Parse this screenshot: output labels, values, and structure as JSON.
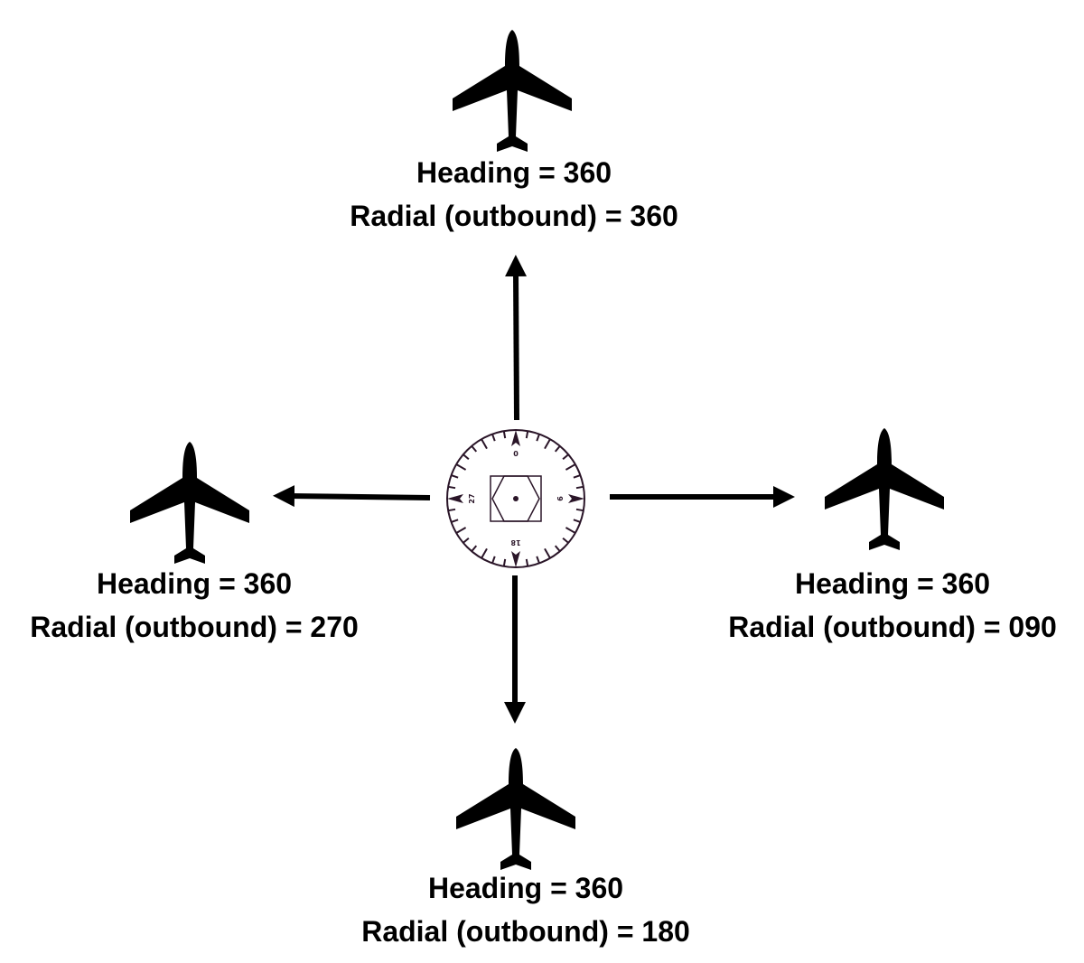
{
  "compass": {
    "north": "0",
    "east": "9",
    "south": "18",
    "west": "27",
    "color": "#2a1528"
  },
  "aircraft": [
    {
      "position": "north",
      "heading": "Heading = 360",
      "radial": "Radial (outbound) = 360"
    },
    {
      "position": "west",
      "heading": "Heading = 360",
      "radial": "Radial (outbound) = 270"
    },
    {
      "position": "east",
      "heading": "Heading = 360",
      "radial": "Radial (outbound) = 090"
    },
    {
      "position": "south",
      "heading": "Heading = 360",
      "radial": "Radial (outbound) = 180"
    }
  ]
}
